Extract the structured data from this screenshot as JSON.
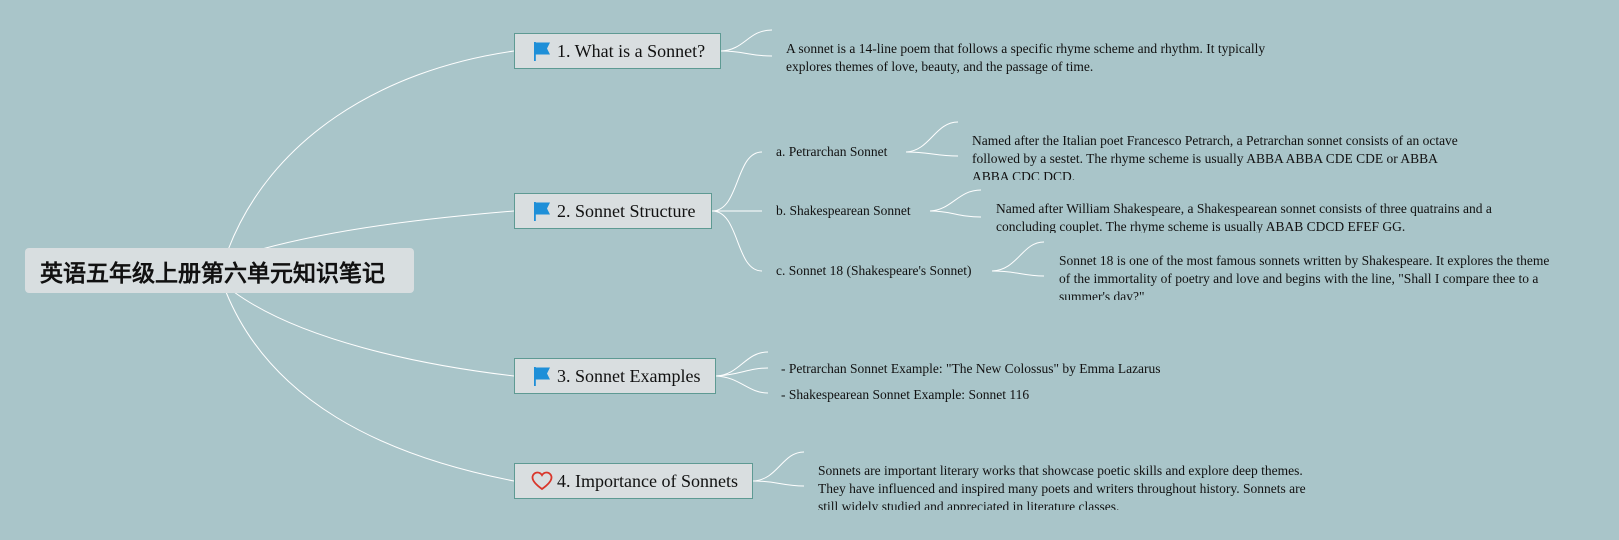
{
  "root": {
    "title": "英语五年级上册第六单元知识笔记"
  },
  "topics": [
    {
      "label": "1. What is a Sonnet?",
      "icon": "flag-icon",
      "note": "A sonnet is a 14-line poem that follows a specific rhyme scheme and rhythm. It typically explores themes of love, beauty, and the passage of time."
    },
    {
      "label": "2. Sonnet Structure",
      "icon": "flag-icon",
      "subtopics": [
        {
          "label": "a. Petrarchan Sonnet",
          "note": "Named after the Italian poet Francesco Petrarch, a Petrarchan sonnet consists of an octave followed by a sestet. The rhyme scheme is usually ABBA ABBA CDE CDE or ABBA ABBA CDC DCD."
        },
        {
          "label": "b. Shakespearean Sonnet",
          "note": "Named after William Shakespeare, a Shakespearean sonnet consists of three quatrains and a concluding couplet. The rhyme scheme is usually ABAB CDCD EFEF GG."
        },
        {
          "label": "c. Sonnet 18 (Shakespeare's Sonnet)",
          "note": "Sonnet 18 is one of the most famous sonnets written by Shakespeare. It explores the theme of the immortality of poetry and love and begins with the line, \"Shall I compare thee to a summer's day?\""
        }
      ]
    },
    {
      "label": "3. Sonnet Examples",
      "icon": "flag-icon",
      "items": [
        "- Petrarchan Sonnet Example: \"The New Colossus\" by Emma Lazarus",
        "- Shakespearean Sonnet Example: Sonnet 116"
      ]
    },
    {
      "label": "4. Importance of Sonnets",
      "icon": "heart-icon",
      "note": "Sonnets are important literary works that showcase poetic skills and explore deep themes. They have influenced and inspired many poets and writers throughout history. Sonnets are still widely studied and appreciated in literature classes."
    }
  ],
  "colors": {
    "background": "#a9c5c9",
    "connector": "#ffffff",
    "node_fill": "#d9dee0",
    "node_border": "#5e9a93",
    "flag": "#1e8fd8",
    "heart": "#d9362b"
  }
}
